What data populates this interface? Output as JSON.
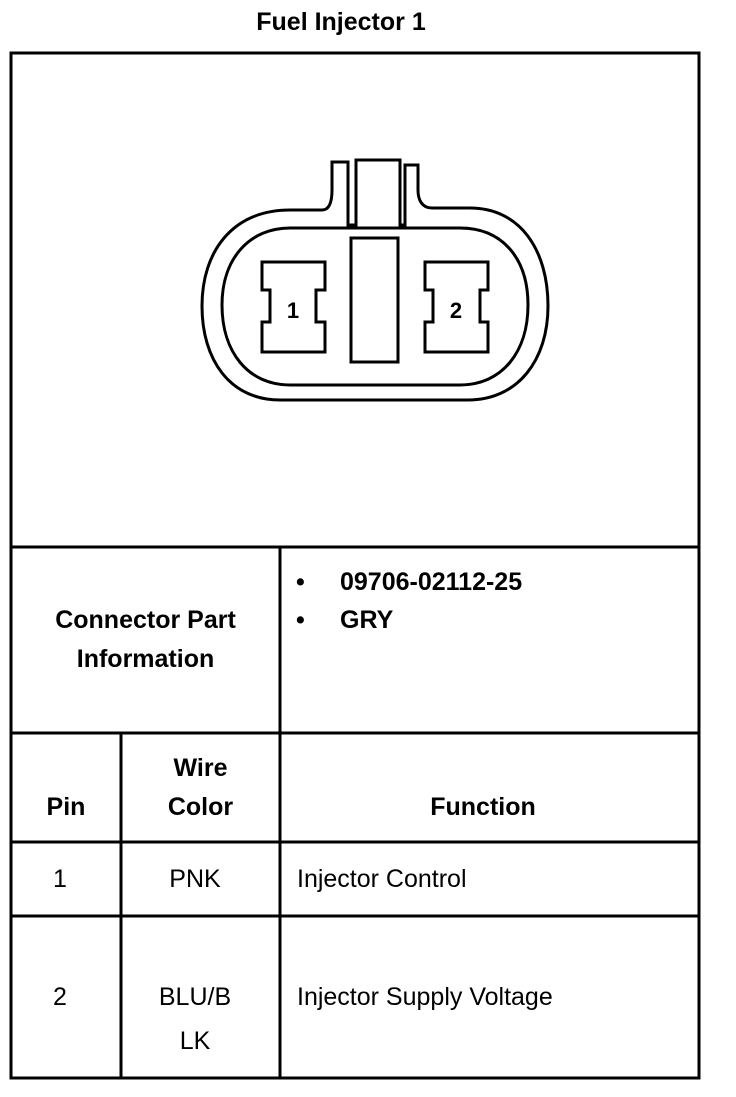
{
  "title": "Fuel Injector 1",
  "connector": {
    "pin_labels": [
      "1",
      "2"
    ]
  },
  "part_info": {
    "label_line1": "Connector Part",
    "label_line2": "Information",
    "items": [
      "09706-02112-25",
      "GRY"
    ]
  },
  "table": {
    "headers": {
      "pin": "Pin",
      "wire_color_line1": "Wire",
      "wire_color_line2": "Color",
      "function": "Function"
    },
    "rows": [
      {
        "pin": "1",
        "color_line1": "PNK",
        "color_line2": "",
        "function": "Injector Control"
      },
      {
        "pin": "2",
        "color_line1": "BLU/B",
        "color_line2": "LK",
        "function": "Injector Supply Voltage"
      }
    ]
  }
}
